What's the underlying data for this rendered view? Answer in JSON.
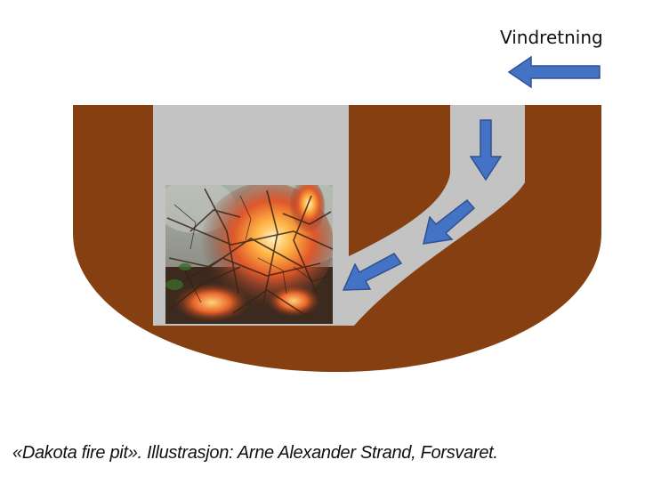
{
  "wind_label": "Vindretning",
  "caption": "«Dakota fire pit». Illustrasjon: Arne Alexander Strand, Forsvaret.",
  "colors": {
    "soil": "#863f10",
    "hole": "#c3c3c3",
    "arrow": "#4472c4",
    "arrow_stroke": "#2f528f",
    "background": "#ffffff"
  },
  "icons": {
    "wind_arrow": "arrow-left-icon",
    "airflow_arrows": "arrow-down-icon",
    "fire": "fire-photo"
  }
}
